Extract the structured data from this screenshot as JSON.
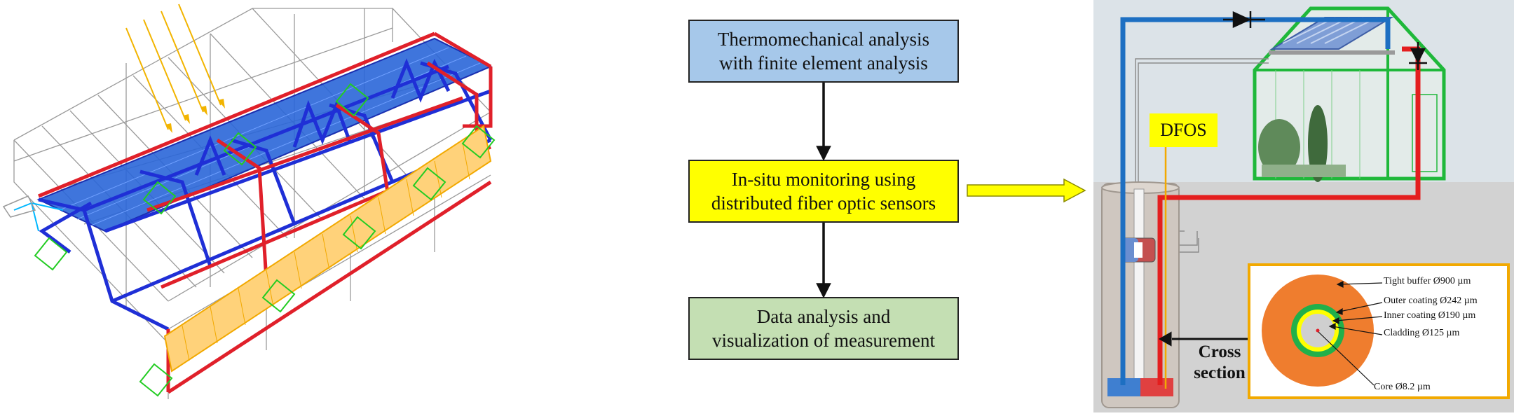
{
  "flow": {
    "step1": {
      "line1": "Thermomechanical analysis",
      "line2": "with finite element analysis",
      "color": "#a6c8ea"
    },
    "step2": {
      "line1": "In-situ monitoring using",
      "line2": "distributed fiber optic sensors",
      "color": "#ffff00"
    },
    "step3": {
      "line1": "Data analysis and",
      "line2": "visualization of measurement",
      "color": "#c4dfb3"
    }
  },
  "system": {
    "dfos_label": "DFOS",
    "cross_section_label_line1": "Cross",
    "cross_section_label_line2": "section"
  },
  "cable_layers": {
    "tight_buffer": "Tight buffer Ø900 µm",
    "outer_coating": "Outer coating Ø242 µm",
    "inner_coating": "Inner coating Ø190 µm",
    "cladding": "Cladding Ø125 µm",
    "core": "Core Ø8.2 µm"
  },
  "colors": {
    "truss_blue": "#1f2fd6",
    "truss_red": "#e0202a",
    "support_green": "#22cc22",
    "sun_rays": "#f2b400",
    "hot_pipe": "#e41e1e",
    "cold_pipe": "#1d6fc2",
    "greenhouse": "#1fb83a",
    "buffer_orange": "#ef7d2e"
  }
}
